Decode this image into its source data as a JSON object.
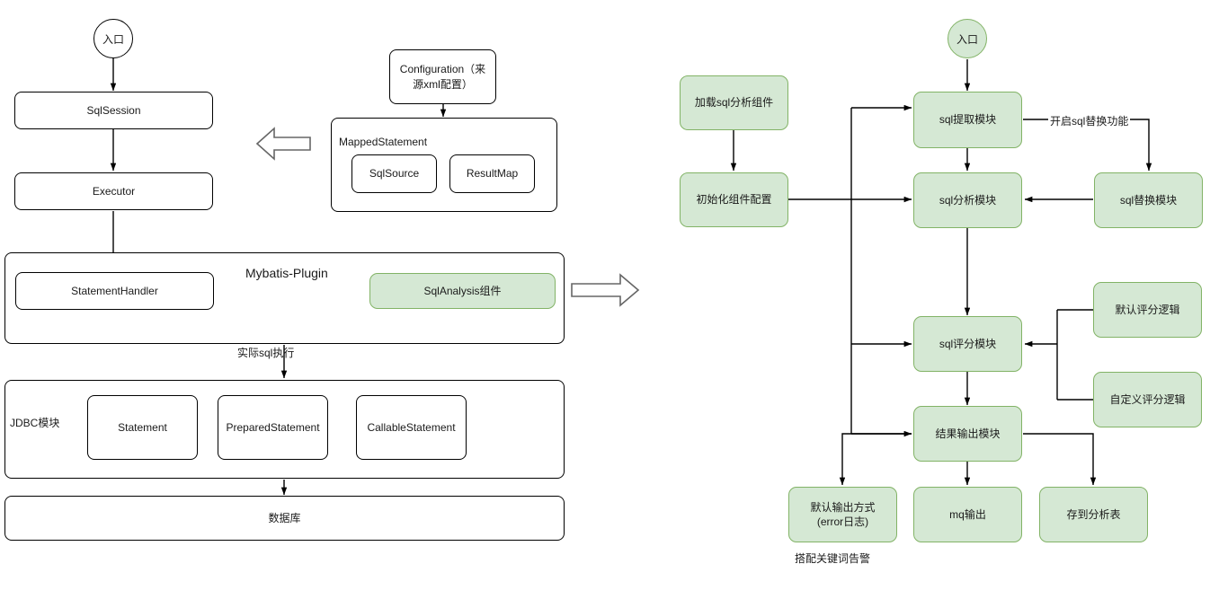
{
  "diagram": {
    "title": "MyBatis SqlAnalysis architecture and SQL analysis flow",
    "colors": {
      "green_fill": "#d5e8d4",
      "green_stroke": "#82b366",
      "plain_fill": "#ffffff",
      "plain_stroke": "#000000",
      "text": "#1a1a1a",
      "background": "#ffffff"
    }
  },
  "left_diagram": {
    "entry": {
      "label": "入口"
    },
    "nodes": {
      "sqlsession": "SqlSession",
      "executor": "Executor",
      "configuration": "Configuration（来源xml配置）",
      "mapped_statement": "MappedStatement",
      "sql_source": "SqlSource",
      "result_map": "ResultMap",
      "mybatis_plugin": "Mybatis-Plugin",
      "statement_handler": "StatementHandler",
      "sql_analysis_component": "SqlAnalysis组件",
      "jdbc_module": "JDBC模块",
      "statement": "Statement",
      "prepared_statement": "PreparedStatement",
      "callable_statement": "CallableStatement",
      "database": "数据库"
    },
    "edge_labels": {
      "actual_sql_exec": "实际sql执行"
    }
  },
  "right_diagram": {
    "entry": {
      "label": "入口"
    },
    "nodes": {
      "load_sql_analysis_component": "加载sql分析组件",
      "init_component_config": "初始化组件配置",
      "sql_extract_module": "sql提取模块",
      "sql_analysis_module": "sql分析模块",
      "sql_replace_module": "sql替换模块",
      "sql_score_module": "sql评分模块",
      "result_output_module": "结果输出模块",
      "default_score_logic": "默认评分逻辑",
      "custom_score_logic": "自定义评分逻辑",
      "default_output": "默认输出方式\n(error日志)",
      "default_output_line1": "默认输出方式",
      "default_output_line2": "(error日志)",
      "mq_output": "mq输出",
      "save_analysis_table": "存到分析表"
    },
    "edge_labels": {
      "enable_sql_replace": "开启sql替换功能"
    },
    "annotations": {
      "keyword_alarm": "搭配关键词告警"
    }
  }
}
